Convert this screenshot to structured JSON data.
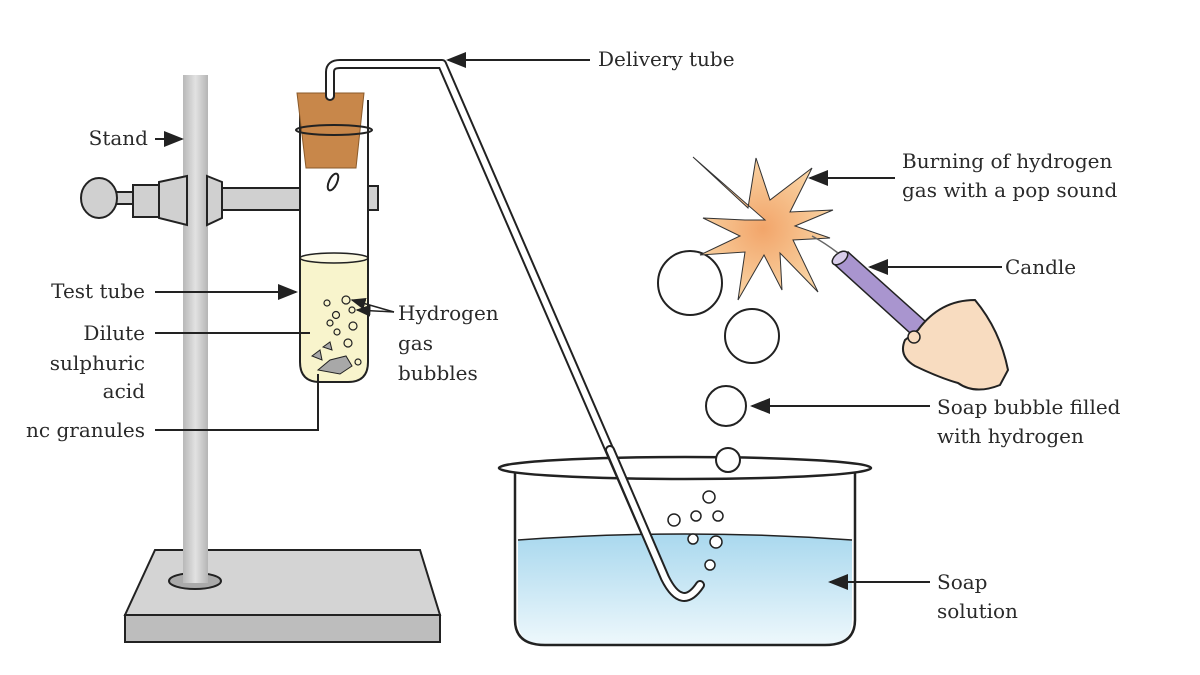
{
  "labels": {
    "delivery_tube": "Delivery tube",
    "stand": "Stand",
    "test_tube": "Test tube",
    "dilute_acid": [
      "Dilute",
      "sulphuric",
      "acid"
    ],
    "zinc_granules": "nc granules",
    "hydrogen_bubbles": [
      "Hydrogen",
      "gas",
      "bubbles"
    ],
    "burning": [
      "Burning of hydrogen",
      "gas with a pop sound"
    ],
    "candle": "Candle",
    "soap_bubble": [
      "Soap bubble filled",
      "with hydrogen"
    ],
    "soap_solution": [
      "Soap",
      "solution"
    ]
  },
  "colors": {
    "stand": "#c9c9c9",
    "cork": "#c8874a",
    "acid": "#f8f4cc",
    "water": "#bfe2f2",
    "flame": "#f7c38a",
    "candle": "#a995cf",
    "skin": "#f8dcc0"
  }
}
